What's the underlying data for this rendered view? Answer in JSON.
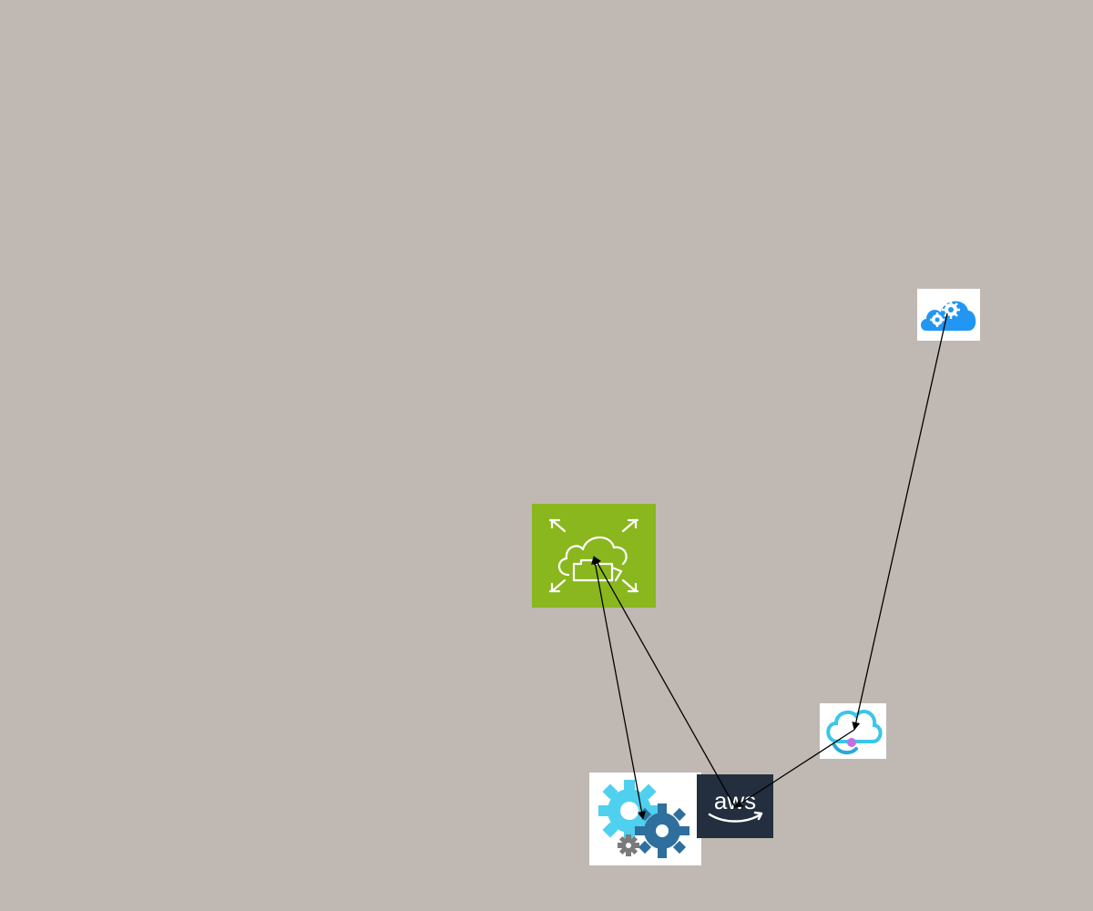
{
  "diagram": {
    "background_color": "#c0b8b3",
    "nodes": [
      {
        "id": "cloud-gear-blue",
        "icon": "cloud-gear-icon",
        "accent": "#1e88e5"
      },
      {
        "id": "cloud-migrate",
        "icon": "cloud-expand-icon",
        "accent": "#8ab71e"
      },
      {
        "id": "cloud-pipeline",
        "icon": "cloud-pipeline-icon",
        "accent": "#3bc6e8"
      },
      {
        "id": "gears",
        "icon": "gears-icon",
        "accent": "#4fd0ee"
      },
      {
        "id": "aws",
        "icon": "aws-logo-icon",
        "label": "aws",
        "accent": "#232f3e"
      }
    ],
    "edges": [
      {
        "from": "cloud-gear-blue",
        "to": "cloud-pipeline",
        "arrow": "end"
      },
      {
        "from": "cloud-pipeline",
        "to": "aws",
        "arrow": "end"
      },
      {
        "from": "aws",
        "to": "cloud-migrate",
        "arrow": "end"
      },
      {
        "from": "cloud-migrate",
        "to": "gears",
        "arrow": "both"
      }
    ]
  }
}
